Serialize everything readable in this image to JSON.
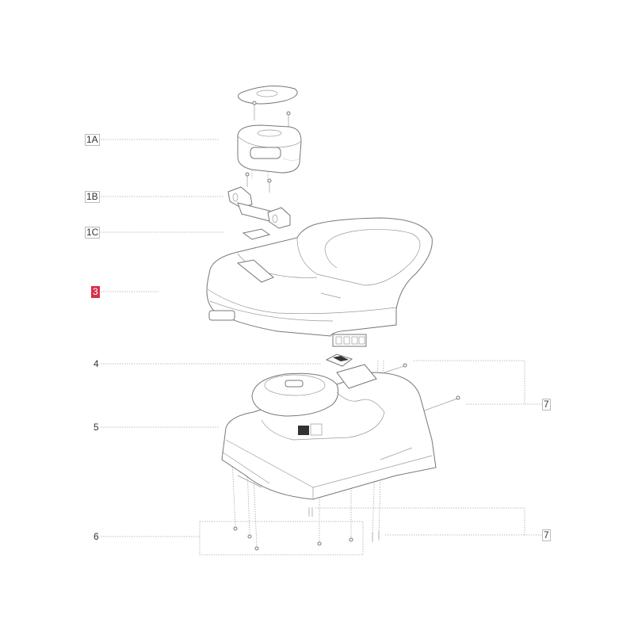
{
  "diagram": {
    "callouts": [
      {
        "id": "1A",
        "label": "1A",
        "highlighted": false
      },
      {
        "id": "1B",
        "label": "1B",
        "highlighted": false
      },
      {
        "id": "1C",
        "label": "1C",
        "highlighted": false
      },
      {
        "id": "3",
        "label": "3",
        "highlighted": true
      },
      {
        "id": "4",
        "label": "4",
        "highlighted": false
      },
      {
        "id": "5",
        "label": "5",
        "highlighted": false
      },
      {
        "id": "7a",
        "label": "7",
        "highlighted": false
      },
      {
        "id": "6",
        "label": "6",
        "highlighted": false
      },
      {
        "id": "7b",
        "label": "7",
        "highlighted": false
      }
    ],
    "highlight_color": "#d6304a"
  }
}
